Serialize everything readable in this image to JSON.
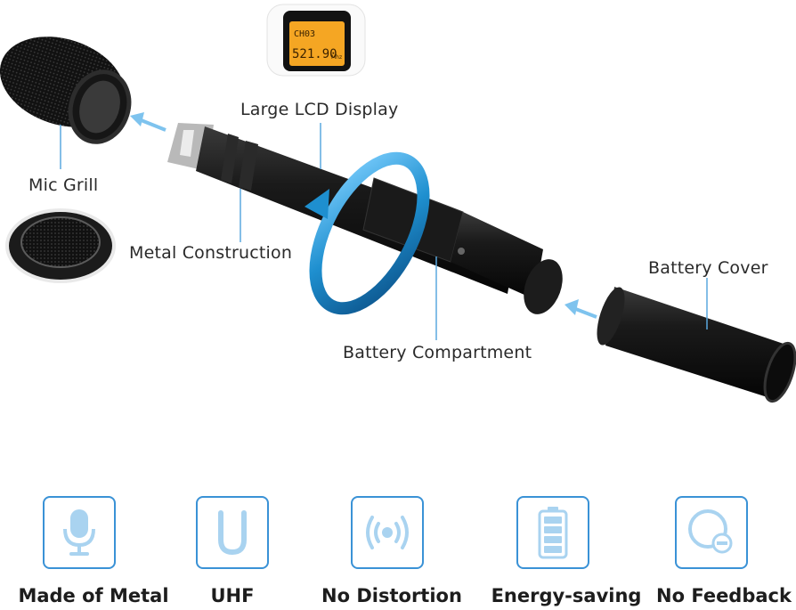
{
  "callouts": {
    "lcd": "Large LCD Display",
    "grill": "Mic Grill",
    "metal": "Metal Construction",
    "cover": "Battery Cover",
    "compartment": "Battery Compartment"
  },
  "lcd_screen": {
    "channel": "CH03",
    "frequency": "521.90",
    "unit": "Mhz"
  },
  "features": [
    {
      "label": "Made of Metal",
      "icon": "microphone-icon"
    },
    {
      "label": "UHF",
      "icon": "u-letter-icon"
    },
    {
      "label": "No Distortion",
      "icon": "signal-waves-icon"
    },
    {
      "label": "Energy-saving",
      "icon": "battery-icon"
    },
    {
      "label": "No Feedback",
      "icon": "circle-minus-icon"
    }
  ],
  "colors": {
    "accent": "#3a92d6",
    "icon_fill": "#a9d3f0",
    "lcd": "#f5a623",
    "ring": "#1e8fcf"
  }
}
